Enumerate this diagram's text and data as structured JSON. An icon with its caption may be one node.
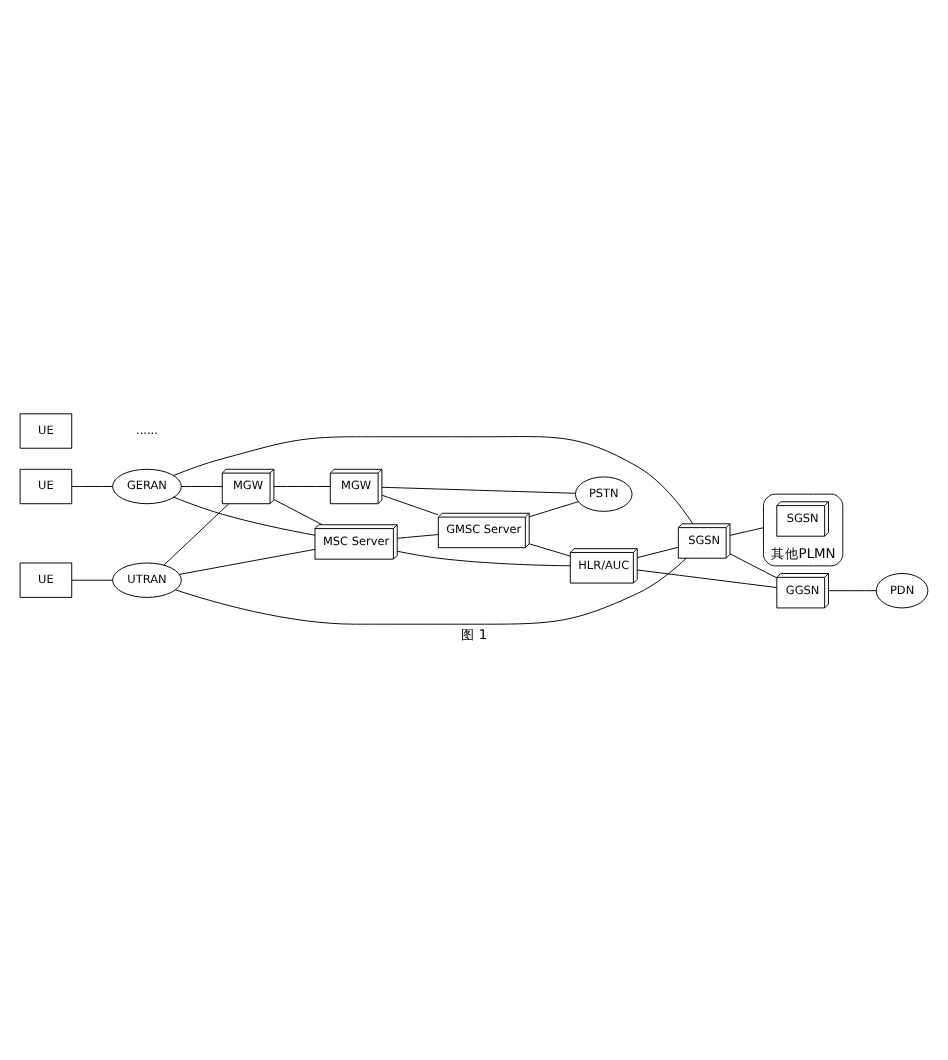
{
  "diagram": {
    "caption": "图 1",
    "nodes": [
      {
        "text": [
          "UE"
        ]
      },
      {
        "text": [
          "UE"
        ]
      },
      {
        "text": [
          "UE"
        ]
      },
      {
        "text": [
          "GERAN"
        ]
      },
      {
        "text": [
          "UTRAN"
        ]
      },
      {
        "text": [
          "MGW"
        ]
      },
      {
        "text": [
          "MGW"
        ]
      },
      {
        "text": [
          "PSTN"
        ]
      },
      {
        "text": [
          "MSC Server"
        ]
      },
      {
        "text": [
          "GMSC Server"
        ]
      },
      {
        "text": [
          "HLR/AUC"
        ]
      },
      {
        "text": [
          "SGSN"
        ]
      },
      {
        "text": [
          "GGSN"
        ]
      },
      {
        "text": [
          "PDN"
        ]
      },
      {
        "text": [
          "其他PLMN"
        ]
      },
      {
        "text": [
          "SGSN"
        ],
        "in": 14
      }
    ],
    "edges": [
      {
        "from": 0,
        "to": 3,
        "arrow": "none"
      },
      {
        "from": 1,
        "to": 4,
        "arrow": "none"
      },
      {
        "from": 3,
        "to": 5,
        "arrow": "none"
      },
      {
        "from": 3,
        "to": 8,
        "arrow": "none"
      },
      {
        "from": 3,
        "to": 11,
        "arrow": "none"
      },
      {
        "from": 4,
        "to": 5,
        "arrow": "none"
      },
      {
        "from": 4,
        "to": 8,
        "arrow": "none"
      },
      {
        "from": 4,
        "to": 11,
        "arrow": "none"
      },
      {
        "from": 5,
        "to": 6,
        "arrow": "none"
      },
      {
        "from": 5,
        "to": 8,
        "arrow": "none"
      },
      {
        "from": 6,
        "to": 9,
        "arrow": "none"
      },
      {
        "from": 6,
        "to": 7,
        "arrow": "none"
      },
      {
        "from": 9,
        "to": 7,
        "arrow": "none"
      },
      {
        "from": 8,
        "to": 9,
        "arrow": "none"
      },
      {
        "from": 8,
        "to": 10,
        "arrow": "none"
      },
      {
        "from": 9,
        "to": 10,
        "arrow": "none"
      },
      {
        "from": 10,
        "to": 11,
        "arrow": "none"
      },
      {
        "from": 10,
        "to": 12,
        "arrow": "none"
      },
      {
        "from": 11,
        "to": 12,
        "arrow": "none"
      },
      {
        "from": 12,
        "to": 13,
        "arrow": "none"
      },
      {
        "from": 11,
        "to": 14,
        "arrow": "none"
      }
    ],
    "labels": [
      "......"
    ]
  }
}
